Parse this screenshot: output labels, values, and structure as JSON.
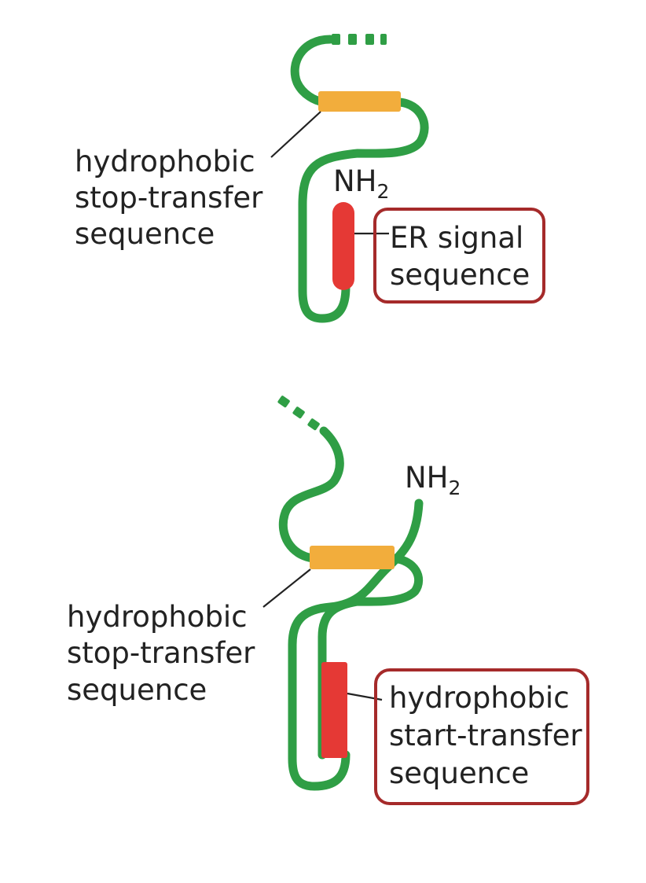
{
  "colors": {
    "chain": "#2f9e45",
    "stop_transfer": "#f2ad3c",
    "signal": "#e53935",
    "box_border": "#a52a2a",
    "text": "#222222"
  },
  "top_panel": {
    "stop_transfer_label": [
      "hydrophobic",
      "stop-transfer",
      "sequence"
    ],
    "nh2_label": {
      "main": "NH",
      "sub": "2"
    },
    "signal_label": [
      "ER signal",
      "sequence"
    ]
  },
  "bottom_panel": {
    "stop_transfer_label": [
      "hydrophobic",
      "stop-transfer",
      "sequence"
    ],
    "nh2_label": {
      "main": "NH",
      "sub": "2"
    },
    "start_transfer_label": [
      "hydrophobic",
      "start-transfer",
      "sequence"
    ]
  }
}
